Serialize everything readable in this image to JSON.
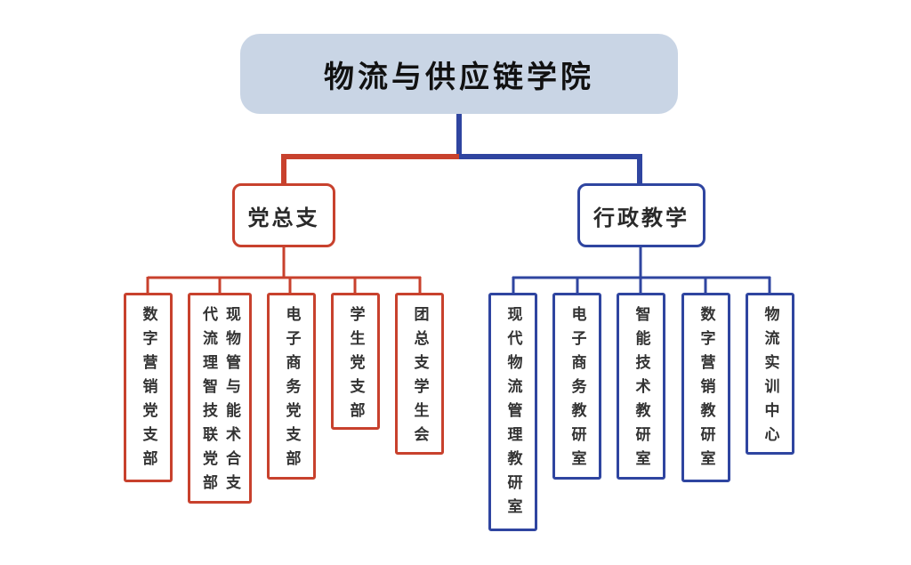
{
  "root": {
    "label": "物流与供应链学院",
    "color": "#c9d5e5"
  },
  "branches": [
    {
      "label": "党总支",
      "color": "#c8412d",
      "children": [
        {
          "label": "数字营销党支部"
        },
        {
          "label": "现代物流管理与智能技术联合党支部",
          "columns": [
            "代流理智技联党部",
            "现物管与能术合支"
          ]
        },
        {
          "label": "电子商务党支部"
        },
        {
          "label": "学生党支部"
        },
        {
          "label": "团总支学生会"
        }
      ]
    },
    {
      "label": "行政教学",
      "color": "#2f45a0",
      "children": [
        {
          "label": "现代物流管理教研室"
        },
        {
          "label": "电子商务教研室"
        },
        {
          "label": "智能技术教研室"
        },
        {
          "label": "数字营销教研室"
        },
        {
          "label": "物流实训中心"
        }
      ]
    }
  ]
}
